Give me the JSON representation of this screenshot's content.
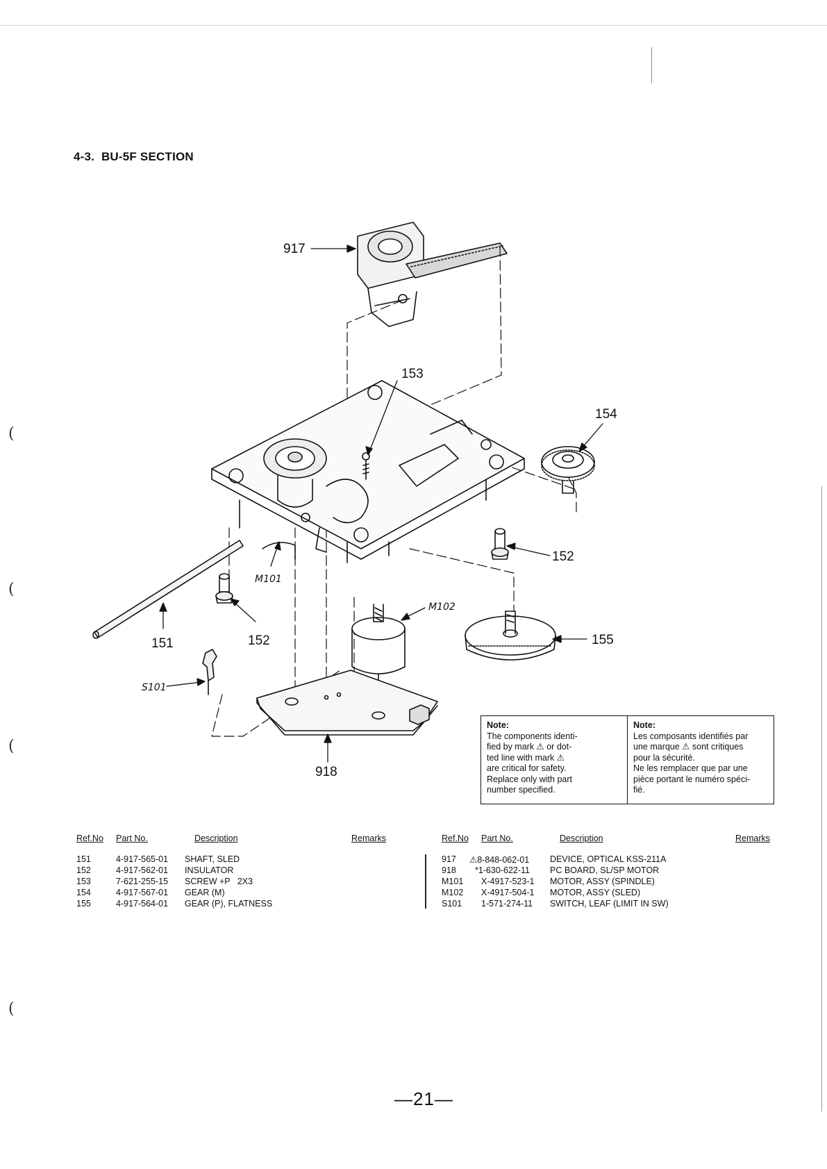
{
  "section": {
    "number": "4-3.",
    "title": "BU-5F SECTION"
  },
  "callouts": {
    "c917": "917",
    "c153": "153",
    "c154": "154",
    "c152a": "152",
    "c152b": "152",
    "c151": "151",
    "c155": "155",
    "c918": "918",
    "cM101": "M101",
    "cM102": "M102",
    "cS101": "S101"
  },
  "note": {
    "en": {
      "title": "Note:",
      "lines": [
        "The components identi-",
        "fied by mark ⚠ or dot-",
        "ted line with mark ⚠",
        "are critical for safety.",
        "Replace only with part",
        "number specified."
      ]
    },
    "fr": {
      "title": "Note:",
      "lines": [
        "Les composants identifiés par",
        "une marque ⚠ sont critiques",
        "pour la sécurité.",
        "Ne les remplacer que par une",
        "pièce portant le numéro spéci-",
        "fié."
      ]
    }
  },
  "table_headers": {
    "ref": "Ref.No",
    "part": "Part No.",
    "desc": "Description",
    "remarks_left": "Remarks",
    "remarks_right": "Remarks"
  },
  "parts_left": [
    {
      "ref": "151",
      "part": "4-917-565-01",
      "desc": "SHAFT, SLED"
    },
    {
      "ref": "152",
      "part": "4-917-562-01",
      "desc": "INSULATOR"
    },
    {
      "ref": "153",
      "part": "7-621-255-15",
      "desc": "SCREW +P   2X3"
    },
    {
      "ref": "154",
      "part": "4-917-567-01",
      "desc": "GEAR (M)"
    },
    {
      "ref": "155",
      "part": "4-917-564-01",
      "desc": "GEAR (P), FLATNESS"
    }
  ],
  "parts_right": [
    {
      "ref": "917",
      "part": "⚠8-848-062-01",
      "desc": "DEVICE, OPTICAL KSS-211A"
    },
    {
      "ref": "918",
      "part": "*1-630-622-11",
      "desc": "PC BOARD, SL/SP MOTOR"
    },
    {
      "ref": "M101",
      "part": "X-4917-523-1",
      "desc": "MOTOR, ASSY (SPINDLE)"
    },
    {
      "ref": "M102",
      "part": "X-4917-504-1",
      "desc": "MOTOR, ASSY (SLED)"
    },
    {
      "ref": "S101",
      "part": "1-571-274-11",
      "desc": "SWITCH, LEAF (LIMIT IN SW)"
    }
  ],
  "page_number": "—21—"
}
